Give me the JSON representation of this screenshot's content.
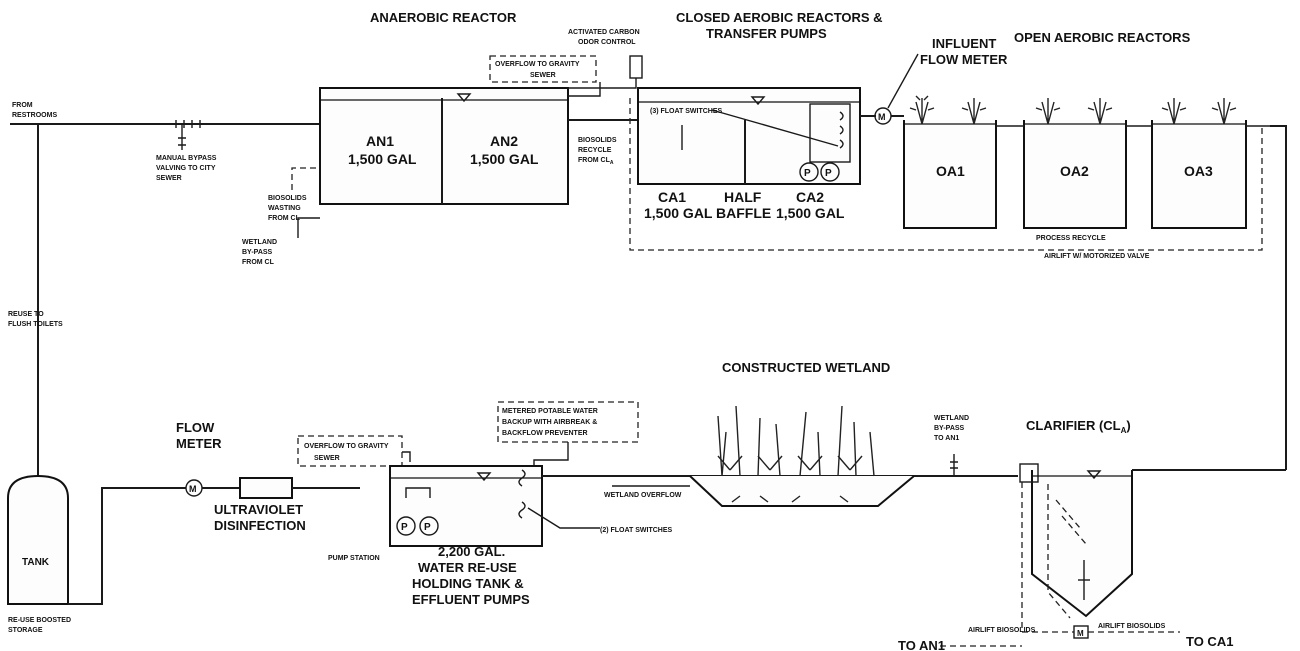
{
  "headers": {
    "anaerobic": "ANAEROBIC REACTOR",
    "closed_aerobic_1": "CLOSED AEROBIC REACTORS &",
    "closed_aerobic_2": "TRANSFER PUMPS",
    "open_aerobic": "OPEN AEROBIC REACTORS",
    "influent_1": "INFLUENT",
    "influent_2": "FLOW METER",
    "constructed_wetland": "CONSTRUCTED WETLAND",
    "clarifier": "CLARIFIER (CL",
    "clarifier_sub": "A",
    "clarifier_close": ")",
    "flow_meter_1": "FLOW",
    "flow_meter_2": "METER"
  },
  "tanks": {
    "an1_name": "AN1",
    "an1_cap": "1,500 GAL",
    "an2_name": "AN2",
    "an2_cap": "1,500 GAL",
    "ca1_name": "CA1",
    "ca1_cap": "1,500 GAL",
    "half_1": "HALF",
    "half_2": "BAFFLE",
    "ca2_name": "CA2",
    "ca2_cap": "1,500 GAL",
    "oa1": "OA1",
    "oa2": "OA2",
    "oa3": "OA3",
    "tank": "TANK",
    "holding_1": "2,200 GAL.",
    "holding_2": "WATER RE-USE",
    "holding_3": "HOLDING TANK &",
    "holding_4": "EFFLUENT PUMPS",
    "uv_1": "ULTRAVIOLET",
    "uv_2": "DISINFECTION"
  },
  "notes": {
    "from_1": "FROM",
    "from_2": "RESTROOMS",
    "bypass_1": "MANUAL BYPASS",
    "bypass_2": "VALVING TO CITY",
    "bypass_3": "SEWER",
    "biosolids_1": "BIOSOLIDS",
    "biosolids_2": "WASTING",
    "biosolids_3": "FROM CL",
    "wetland_bp_1": "WETLAND",
    "wetland_bp_2": "BY-PASS",
    "wetland_bp_3": "FROM CL",
    "overflow_top_1": "OVERFLOW TO GRAVITY",
    "overflow_top_2": "SEWER",
    "carbon_1": "ACTIVATED CARBON",
    "carbon_2": "ODOR CONTROL",
    "float3": "(3) FLOAT SWITCHES",
    "recycle_1": "BIOSOLIDS",
    "recycle_2": "RECYCLE",
    "recycle_3": "FROM CL",
    "recycle_sub": "A",
    "process_1": "PROCESS RECYCLE",
    "process_2": "AIRLIFT W/ MOTORIZED VALVE",
    "reuse_1": "REUSE TO",
    "reuse_2": "FLUSH TOILETS",
    "metered_1": "METERED POTABLE WATER",
    "metered_2": "BACKUP WITH AIRBREAK &",
    "metered_3": "BACKFLOW PREVENTER",
    "overflow_bot_1": "OVERFLOW TO GRAVITY",
    "overflow_bot_2": "SEWER",
    "wetland_overflow": "WETLAND OVERFLOW",
    "float2": "(2) FLOAT SWITCHES",
    "pump_station": "PUMP STATION",
    "wetland_bp_an_1": "WETLAND",
    "wetland_bp_an_2": "BY-PASS",
    "wetland_bp_an_3": "TO AN1",
    "reuse_storage_1": "RE-USE BOOSTED",
    "reuse_storage_2": "STORAGE",
    "to_an1": "TO AN1",
    "airlift_left": "AIRLIFT BIOSOLIDS",
    "airlift_right": "AIRLIFT BIOSOLIDS",
    "to_ca1": "TO CA1"
  },
  "symbols": {
    "meter": "M",
    "pump": "P"
  }
}
